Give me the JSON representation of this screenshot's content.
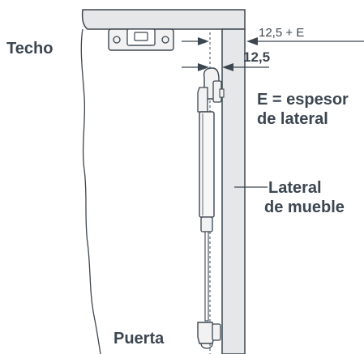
{
  "labels": {
    "techo": "Techo",
    "dim_top": "12,5 + E",
    "dim_bottom": "12,5",
    "espesor_line1": "E = espesor",
    "espesor_line2": "de lateral",
    "lateral_line1": "Lateral",
    "lateral_line2": "de mueble",
    "puerta": "Puerta"
  },
  "colors": {
    "panel_fill": "#e6e7e8",
    "outline": "#3c4650",
    "text": "#3c4650",
    "hardware_fill": "#f2f2f2"
  }
}
